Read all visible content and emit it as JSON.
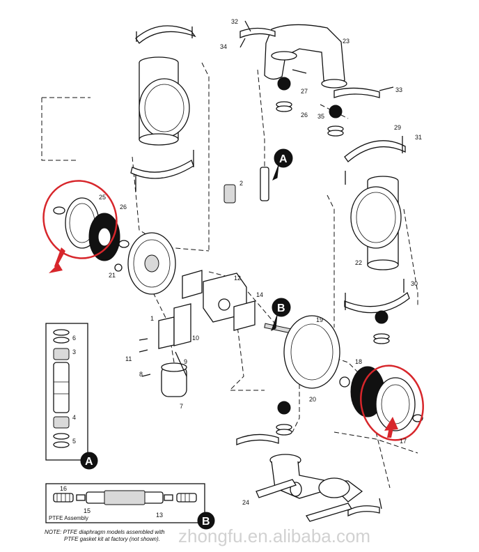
{
  "callouts": {
    "a": "A",
    "b": "B"
  },
  "labels": {
    "p1": "1",
    "p2": "2",
    "p3": "3",
    "p4": "4",
    "p5": "5",
    "p6": "6",
    "p7": "7",
    "p8": "8",
    "p9": "9",
    "p10": "10",
    "p11": "11",
    "p12": "12",
    "p13": "13",
    "p14": "14",
    "p15": "15",
    "p16": "16",
    "p17": "17",
    "p18": "18",
    "p19": "19",
    "p20": "20",
    "p21": "21",
    "p22": "22",
    "p23": "23",
    "p24": "24",
    "p25": "25",
    "p26": "26",
    "p27": "27",
    "p29": "29",
    "p30": "30",
    "p31": "31",
    "p32": "32",
    "p33": "33",
    "p34": "34",
    "p35": "35"
  },
  "inset_b": {
    "caption": "PTFE Assembly"
  },
  "note": {
    "line1": "NOTE: PTFE diaphragm models assembled with",
    "line2": "PTFE gasket kit at factory (not shown)."
  },
  "watermark": "zhongfu.en.alibaba.com",
  "colors": {
    "line": "#111111",
    "highlight": "#d7262b",
    "callout_fill": "#111111",
    "background": "#ffffff"
  }
}
